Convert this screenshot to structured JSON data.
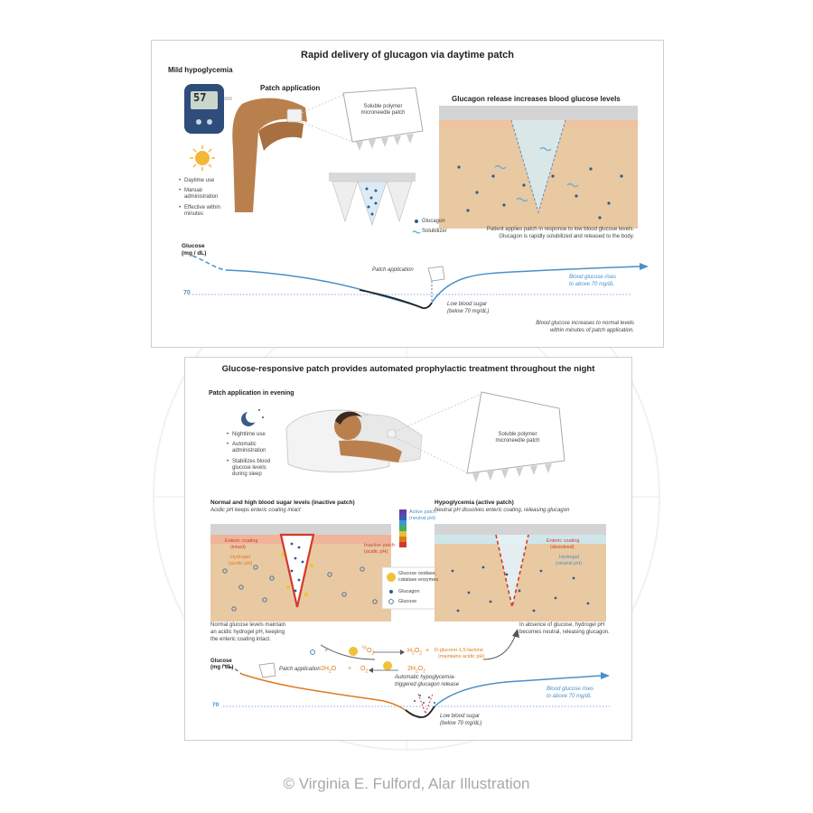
{
  "colors": {
    "glucose_line": "#4a90c8",
    "low_curve": "#222222",
    "reference_line": "#5a8fd0",
    "curve2_orange": "#e07a1f",
    "enteric_red": "#d23a2b",
    "skin": "#e9c9a2",
    "patch_gray": "#d9d9d9"
  },
  "panel1": {
    "title": "Rapid delivery of glucagon via daytime patch",
    "mild_label": "Mild hypoglycemia",
    "meter_reading": "57",
    "patch_app_label": "Patch application",
    "patch_bubble": "Soluble polymer microneedle patch",
    "release_title": "Glucagon release increases blood glucose levels",
    "bullets": [
      "Daytime use",
      "Manual administration",
      "Effective within minutes"
    ],
    "legend_glucagon": "Glucagon",
    "legend_solubilizer": "Solubilizer",
    "release_desc_1": "Patient applies patch in response to low blood glucose levels.",
    "release_desc_2": "Glucagon is rapidly solubilized and released to the body.",
    "graph": {
      "y_label_1": "Glucose",
      "y_label_2": "(mg / dL)",
      "ref_value": "70",
      "patch_label": "Patch application",
      "rise_1": "Blood glucose rises",
      "rise_2": "to above 70 mg/dL",
      "low_1": "Low blood sugar",
      "low_2": "(below 70 mg/dL)",
      "footer_1": "Blood glucose increases to normal levels",
      "footer_2": "within minutes of patch application."
    }
  },
  "panel2": {
    "title": "Glucose-responsive patch provides automated prophylactic treatment throughout the night",
    "evening_label": "Patch application in evening",
    "patch_bubble": "Soluble polymer microneedle patch",
    "bullets": [
      "Nighttime use",
      "Automatic administration",
      "Stabilizes blood glucose levels during sleep"
    ],
    "inactive_title": "Normal and high blood sugar levels (inactive patch)",
    "inactive_sub": "Acidic pH keeps enteric coating intact",
    "active_title": "Hypoglycemia (active patch)",
    "active_sub": "Neutral pH dissolves enteric coating, releasing glucagon",
    "active_patch_1": "Active patch",
    "active_patch_2": "(neutral pH)",
    "inactive_patch_1": "Inactive patch",
    "inactive_patch_2": "(acidic pH)",
    "enteric_intact_1": "Enteric coating",
    "enteric_intact_2": "(intact)",
    "hydrogel_acidic_1": "Hydrogel",
    "hydrogel_acidic_2": "(acidic pH)",
    "enteric_dissolved_1": "Enteric coating",
    "enteric_dissolved_2": "(dissolved)",
    "hydrogel_neutral_1": "Hydrogel",
    "hydrogel_neutral_2": "(neutral pH)",
    "legend_enzymes_1": "Glucose oxidase,",
    "legend_enzymes_2": "catalase enzymes",
    "legend_glucagon": "Glucagon",
    "legend_glucose": "Glucose",
    "left_caption_1": "Normal glucose levels maintain",
    "left_caption_2": "an acidic hydrogel pH, keeping",
    "left_caption_3": "the enteric coating intact.",
    "right_caption_1": "In absence of glucose, hydrogel pH",
    "right_caption_2": "becomes neutral, releasing glucagon.",
    "eq": {
      "o2": "O",
      "o2_sub": "2",
      "half": "½",
      "h2o2": "H",
      "h2o2_sub": "2",
      "h2o2_o": "O",
      "h2o2_sub2": "2",
      "product_1": "D-glucono-1,5-lactone",
      "product_2": "(maintains acidic pH)",
      "water": "2H",
      "water_sub": "2",
      "water_o": "O",
      "plus": "+"
    },
    "graph": {
      "y_label_1": "Glucose",
      "y_label_2": "(mg / dL)",
      "ref_value": "70",
      "patch_label": "Patch application",
      "auto_1": "Automatic hypoglycemia-",
      "auto_2": "triggered glucagon release",
      "rise_1": "Blood glucose rises",
      "rise_2": "to above 70 mg/dL",
      "low_1": "Low blood sugar",
      "low_2": "(below 70 mg/dL)"
    }
  },
  "credit": "© Virginia E. Fulford, Alar Illustration"
}
